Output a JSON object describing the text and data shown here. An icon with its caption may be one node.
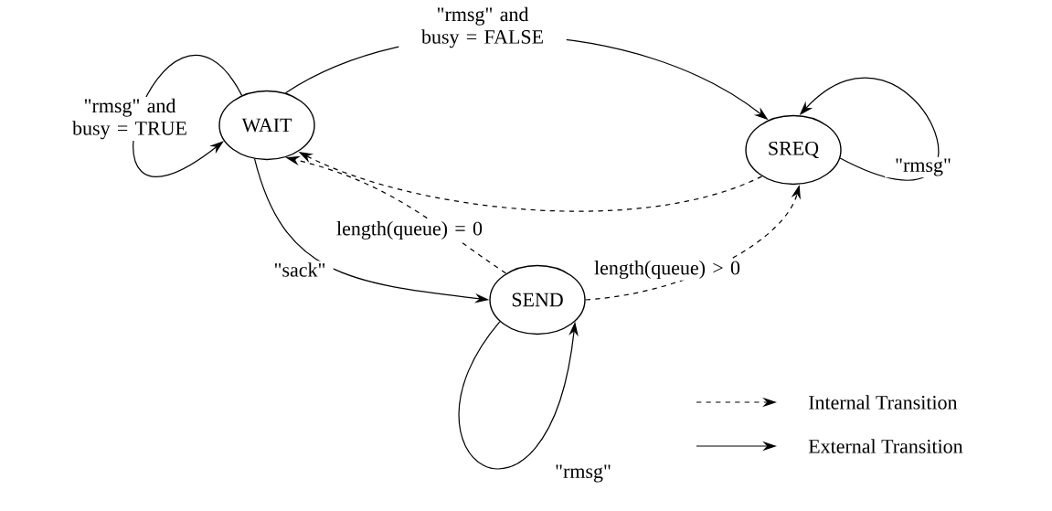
{
  "diagram": {
    "nodes": [
      {
        "text": [
          "WAIT"
        ]
      },
      {
        "text": [
          "SREQ"
        ]
      },
      {
        "text": [
          "SEND"
        ]
      }
    ],
    "edges": [
      {
        "from": 0,
        "to": 0,
        "arrow": "to",
        "label": "\"rmsg\" and busy = TRUE"
      },
      {
        "from": 0,
        "to": 1,
        "arrow": "to",
        "label": "\"rmsg\" and busy = FALSE"
      },
      {
        "from": 1,
        "to": 1,
        "arrow": "to",
        "label": "\"rmsg\""
      },
      {
        "from": 1,
        "to": 0,
        "arrow": "to",
        "style": "dashed"
      },
      {
        "from": 2,
        "to": 0,
        "arrow": "to",
        "style": "dashed",
        "label": "length(queue) = 0"
      },
      {
        "from": 0,
        "to": 2,
        "arrow": "to",
        "label": "\"sack\""
      },
      {
        "from": 2,
        "to": 1,
        "arrow": "to",
        "style": "dashed",
        "label": "length(queue) > 0"
      },
      {
        "from": 2,
        "to": 2,
        "arrow": "to",
        "label": "\"rmsg\""
      }
    ],
    "legend": [
      {
        "text": "Internal Transition"
      },
      {
        "text": "External Transition"
      }
    ]
  }
}
